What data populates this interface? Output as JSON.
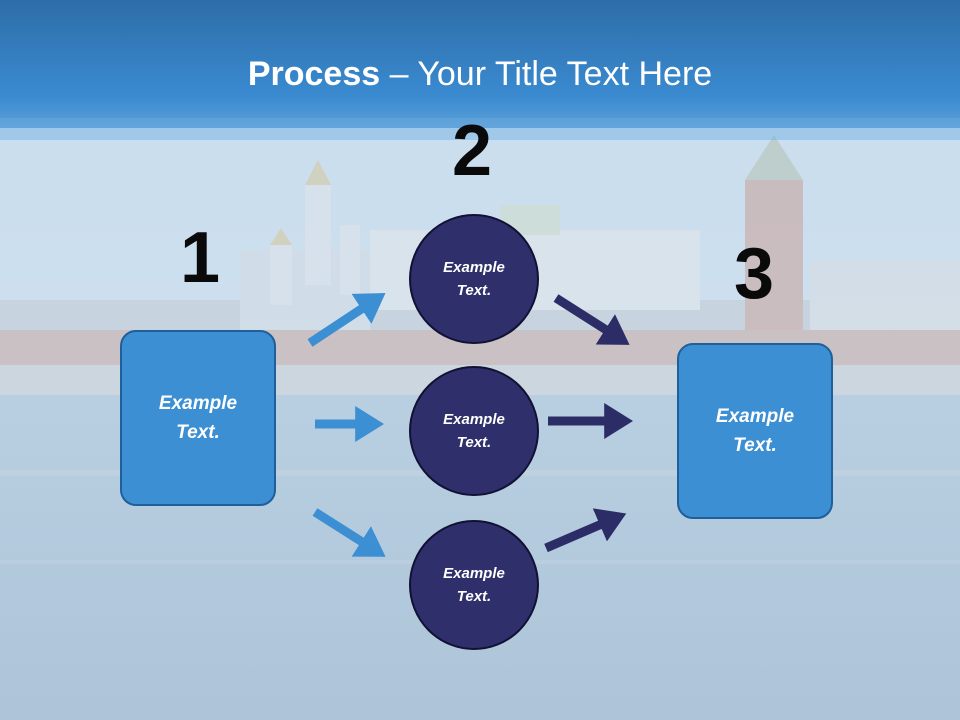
{
  "title": {
    "bold": "Process",
    "rest": " – Your Title Text Here"
  },
  "steps": {
    "one": "1",
    "two": "2",
    "three": "3"
  },
  "left_box": {
    "text": "Example\nText."
  },
  "circles": [
    {
      "text": "Example\nText."
    },
    {
      "text": "Example\nText."
    },
    {
      "text": "Example\nText."
    }
  ],
  "right_box": {
    "text": "Example\nText."
  },
  "colors": {
    "header_blue": "#2e7dbf",
    "box_fill": "#3c8fd2",
    "circle_fill": "#2f2f6b",
    "arrow_light": "#3c8fd2",
    "arrow_dark": "#2c2c66"
  }
}
